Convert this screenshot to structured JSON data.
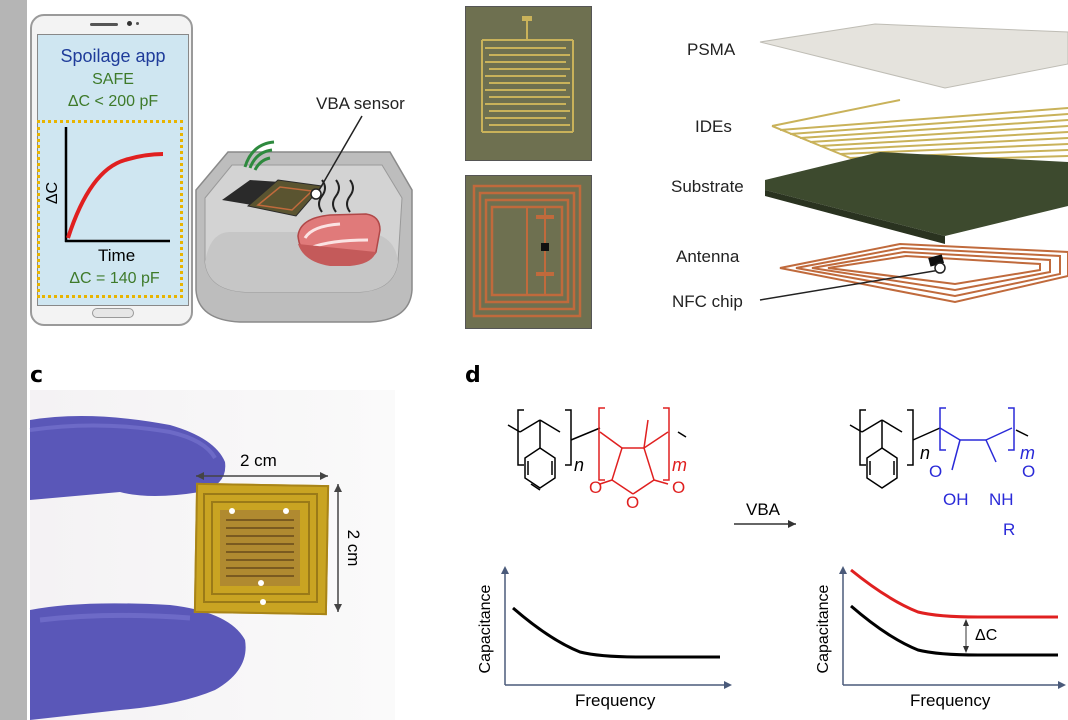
{
  "colors": {
    "phone_screen": "#cfe6f1",
    "app_title": "#1f3c9a",
    "safe_text": "#3e7a2a",
    "curve_red": "#e02020",
    "dash_border": "#e8b400",
    "ide_gold": "#c9b25a",
    "antenna_copper": "#c06a3c",
    "substrate": "#3d4a2e",
    "polymer_red": "#e02020",
    "polymer_blue": "#2a2ad8",
    "glove": "#5a57b8"
  },
  "panel_c": {
    "letter": "c",
    "width_label": "2 cm",
    "height_label": "2 cm"
  },
  "panel_d": {
    "letter": "d",
    "reaction_label": "VBA"
  },
  "phone": {
    "title": "Spoilage app",
    "status": "SAFE",
    "threshold": "ΔC < 200 pF",
    "ylabel": "ΔC",
    "xlabel": "Time",
    "reading": "ΔC = 140 pF"
  },
  "food_box": {
    "sensor_label": "VBA sensor"
  },
  "layers": {
    "psma": "PSMA",
    "ides": "IDEs",
    "substrate": "Substrate",
    "antenna": "Antenna",
    "nfc_chip": "NFC chip"
  },
  "polymer": {
    "left_n": "n",
    "left_m": "m",
    "left_o1": "O",
    "left_o2": "O",
    "left_o3": "O",
    "right_n": "n",
    "right_m": "m",
    "right_o1": "O",
    "right_oh": "OH",
    "right_o2": "O",
    "right_nh": "NH",
    "right_r": "R"
  },
  "plots": {
    "left": {
      "ylabel": "Capacitance",
      "xlabel": "Frequency"
    },
    "right": {
      "ylabel": "Capacitance",
      "xlabel": "Frequency",
      "delta_label": "ΔC"
    }
  }
}
